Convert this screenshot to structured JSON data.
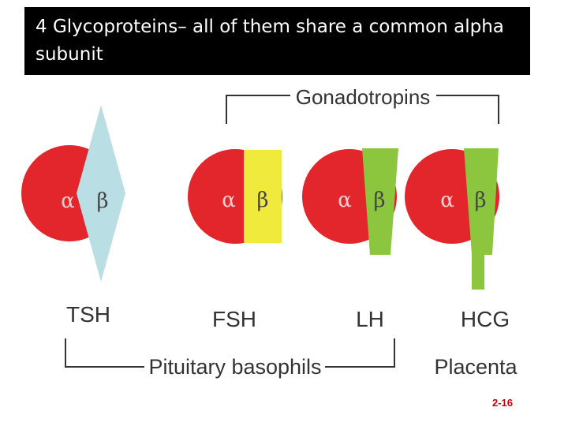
{
  "title": "4 Glycoproteins– all of them share a common alpha subunit",
  "diagram": {
    "groups": {
      "gonadotropins": "Gonadotropins",
      "pituitary": "Pituitary basophils",
      "placenta": "Placenta"
    },
    "hormones": [
      {
        "name": "TSH",
        "alpha": "α",
        "beta": "β",
        "beta_color": "#b9dfe5"
      },
      {
        "name": "FSH",
        "alpha": "α",
        "beta": "β",
        "beta_color": "#f0ea3c"
      },
      {
        "name": "LH",
        "alpha": "α",
        "beta": "β",
        "beta_color": "#8cc63f"
      },
      {
        "name": "HCG",
        "alpha": "α",
        "beta": "β",
        "beta_color": "#8cc63f"
      }
    ],
    "alpha_color": "#e3262b"
  },
  "slide_number": "2-16"
}
